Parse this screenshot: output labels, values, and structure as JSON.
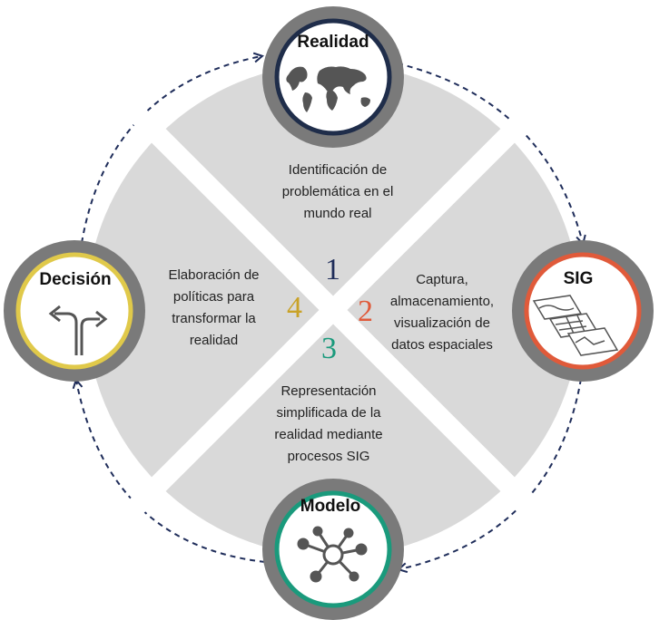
{
  "segments": [
    {
      "number": "1",
      "text": "Identificación de\nproblemática en el\nmundo real",
      "color": "#1f2d5a"
    },
    {
      "number": "2",
      "text": "Captura,\nalmacenamiento,\nvisualización de\ndatos espaciales",
      "color": "#e05a3a"
    },
    {
      "number": "3",
      "text": "Representación\nsimplificada de la\nrealidad mediante\nprocesos SIG",
      "color": "#1a9a7c"
    },
    {
      "number": "4",
      "text": "Elaboración de\npolíticas para\ntransformar la\nrealidad",
      "color": "#c9a227"
    }
  ],
  "nodes": [
    {
      "label": "Realidad",
      "icon": "world-map-icon",
      "ring_color": "#1f2d4a"
    },
    {
      "label": "SIG",
      "icon": "map-layers-icon",
      "ring_color": "#e05a3a"
    },
    {
      "label": "Modelo",
      "icon": "network-icon",
      "ring_color": "#1a9a7c"
    },
    {
      "label": "Decisión",
      "icon": "road-split-arrows-icon",
      "ring_color": "#e0c94a"
    }
  ],
  "colors": {
    "disk": "#d9d9d9",
    "outer_ring": "#7a7a7a",
    "arrows": "#1f2d5a"
  }
}
